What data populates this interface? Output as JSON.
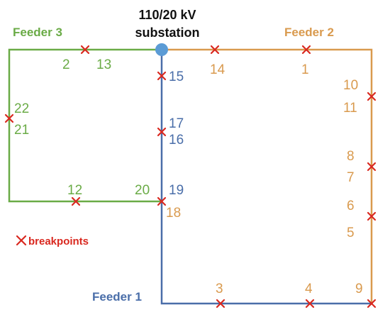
{
  "substation": {
    "line1": "110/20 kV",
    "line2": "substation"
  },
  "colors": {
    "feeder1": "#4a6ea9",
    "feeder2": "#d99a4e",
    "feeder3": "#6aab46",
    "breakpoint": "#d9281f",
    "substation_dot": "#5b9bd5",
    "text_dark": "#111111"
  },
  "feeders": [
    {
      "id": "feeder3",
      "name": "Feeder 3"
    },
    {
      "id": "feeder2",
      "name": "Feeder 2"
    },
    {
      "id": "feeder1",
      "name": "Feeder 1"
    }
  ],
  "legend": {
    "label": "breakpoints"
  },
  "node_labels": {
    "n2": "2",
    "n13": "13",
    "n22": "22",
    "n21": "21",
    "n12": "12",
    "n20": "20",
    "n14": "14",
    "n1": "1",
    "n10": "10",
    "n11": "11",
    "n8": "8",
    "n7": "7",
    "n6": "6",
    "n5": "5",
    "n3": "3",
    "n4": "4",
    "n9": "9",
    "n18": "18",
    "n15": "15",
    "n17": "17",
    "n16": "16",
    "n19": "19"
  }
}
